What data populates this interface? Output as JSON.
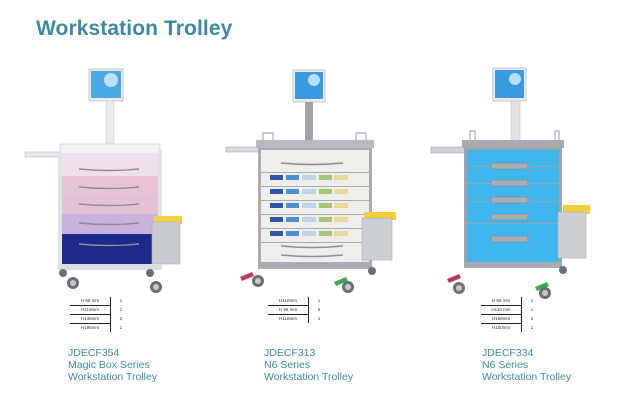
{
  "page": {
    "title": "Workstation Trolley"
  },
  "products": [
    {
      "model": "JDECF354",
      "series": "Magic Box Series",
      "type": "Workstation Trolley",
      "drawer_colors": [
        "#efe0ea",
        "#e7c3d3",
        "#e4c2d6",
        "#c8b3dd",
        "#1d2a8a"
      ],
      "specs": [
        {
          "height": "H 65 mm",
          "qty": "1"
        },
        {
          "height": "H110mm",
          "qty": "1"
        },
        {
          "height": "H145mm",
          "qty": "2"
        },
        {
          "height": "H195mm",
          "qty": "1"
        }
      ]
    },
    {
      "model": "JDECF313",
      "series": "N6 Series",
      "type": "Workstation Trolley",
      "drawer_colors": [
        "#eeeeea",
        "#eeeeea",
        "#eeeeea",
        "#eeeeea",
        "#eeeeea"
      ],
      "specs": [
        {
          "height": "H110mm",
          "qty": "1"
        },
        {
          "height": "H 95 mm",
          "qty": "5"
        },
        {
          "height": "H110mm",
          "qty": "1"
        }
      ]
    },
    {
      "model": "JDECF334",
      "series": "N6 Series",
      "type": "Workstation Trolley",
      "drawer_colors": [
        "#3fb6ee",
        "#3fb6ee",
        "#3fb6ee",
        "#3fb6ee",
        "#3fb6ee"
      ],
      "specs": [
        {
          "height": "H 65 mm",
          "qty": "1"
        },
        {
          "height": "H110 mm",
          "qty": "1"
        },
        {
          "height": "H150mm",
          "qty": "2"
        },
        {
          "height": "H150mm",
          "qty": "1"
        }
      ]
    }
  ]
}
